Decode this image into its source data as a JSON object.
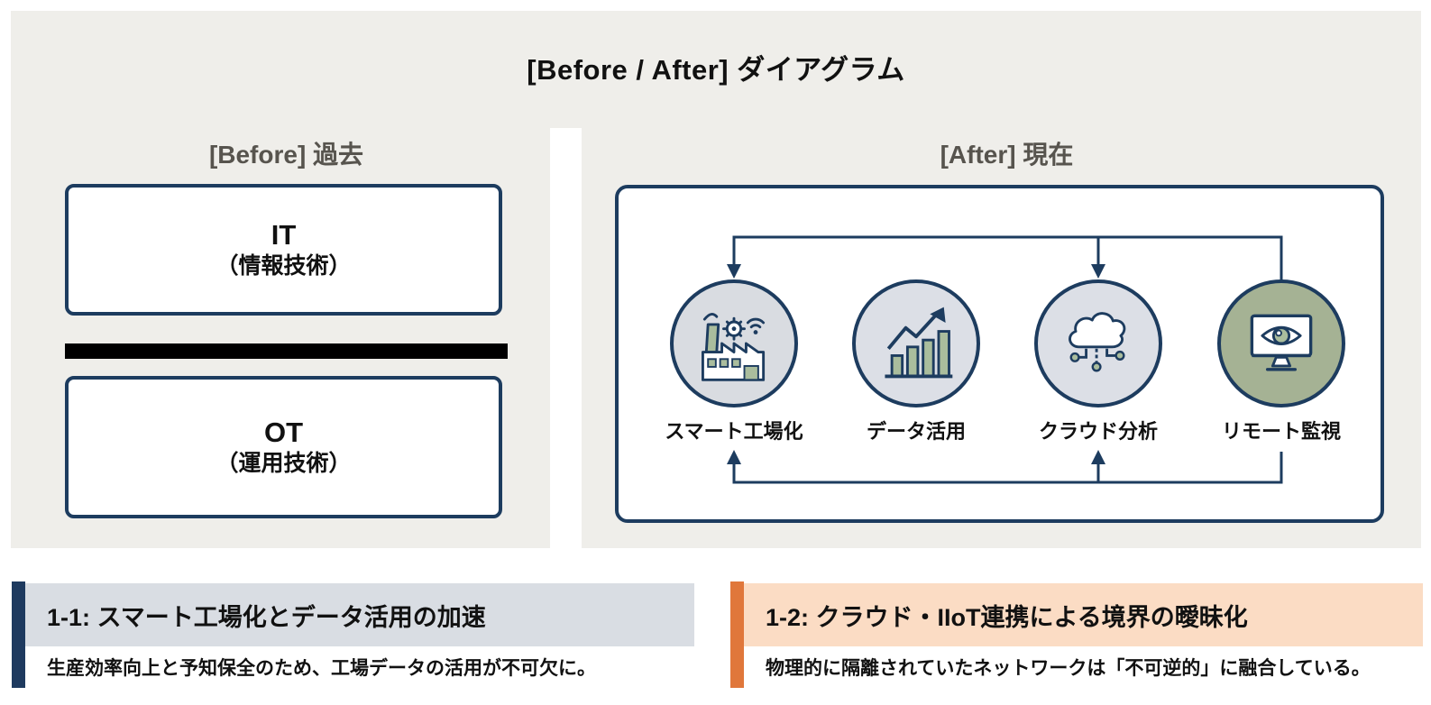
{
  "title": "[Before / After] ダイアグラム",
  "before": {
    "header": "[Before] 過去",
    "boxes": [
      {
        "title": "IT",
        "subtitle": "（情報技術）"
      },
      {
        "title": "OT",
        "subtitle": "（運用技術）"
      }
    ],
    "separator": "air-gap-bar"
  },
  "after": {
    "header": "[After] 現在",
    "nodes": [
      {
        "label": "スマート工場化",
        "icon": "smart-factory-icon"
      },
      {
        "label": "データ活用",
        "icon": "data-chart-icon"
      },
      {
        "label": "クラウド分析",
        "icon": "cloud-network-icon"
      },
      {
        "label": "リモート監視",
        "icon": "remote-monitor-icon"
      }
    ]
  },
  "callouts": [
    {
      "title": "1-1: スマート工場化とデータ活用の加速",
      "description": "生産効率向上と予知保全のため、工場データの活用が不可欠に。",
      "accent_color": "#1e3a5f",
      "title_bg_color": "#d9dde3"
    },
    {
      "title": "1-2: クラウド・IIoT連携による境界の曖昧化",
      "description": "物理的に隔離されていたネットワークは「不可逆的」に融合している。",
      "accent_color": "#e0773b",
      "title_bg_color": "#fbdcc4"
    }
  ],
  "colors": {
    "panel_bg": "#efeeea",
    "navy": "#1d3c5f",
    "circle_gray": "#d9dce1",
    "circle_sage": "#a5b294",
    "icon_green": "#aabd9d",
    "header_text": "#57544e",
    "air_gap": "#000000"
  }
}
